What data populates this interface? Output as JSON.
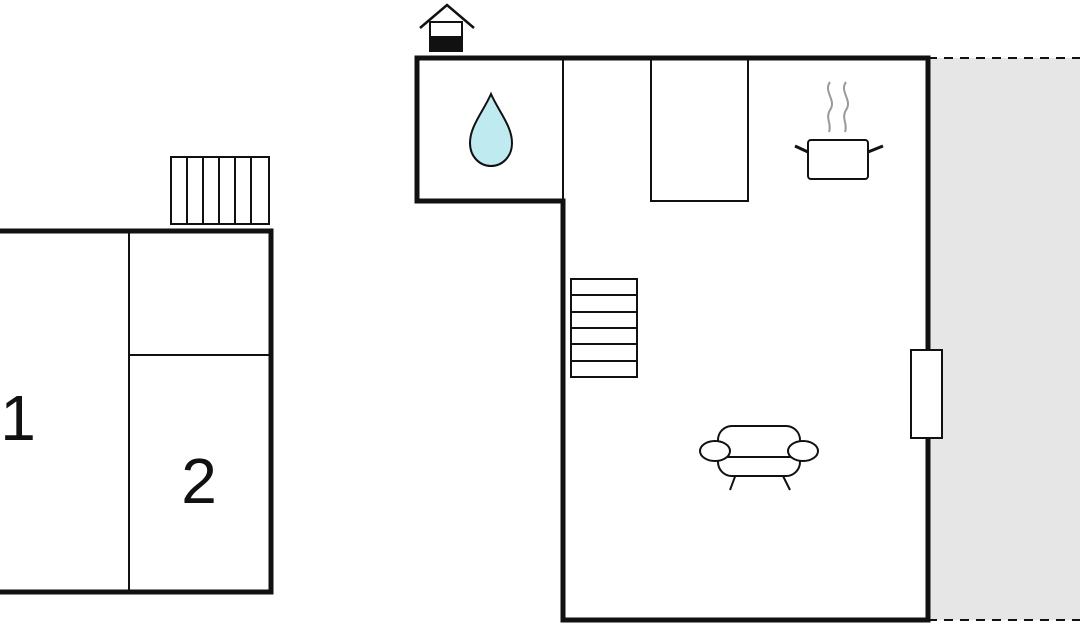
{
  "rooms": [
    {
      "id": "room-1",
      "label": "1"
    },
    {
      "id": "room-2",
      "label": "2"
    }
  ],
  "icons": [
    "radiator-icon",
    "chimney-icon",
    "water-drop-icon",
    "cooking-pot-icon",
    "staircase-icon",
    "sofa-icon",
    "door-icon"
  ],
  "colors": {
    "wall": "#111111",
    "water": "#bfeaf0",
    "terrace": "#e6e6e6",
    "steam": "#9a9a9a"
  }
}
